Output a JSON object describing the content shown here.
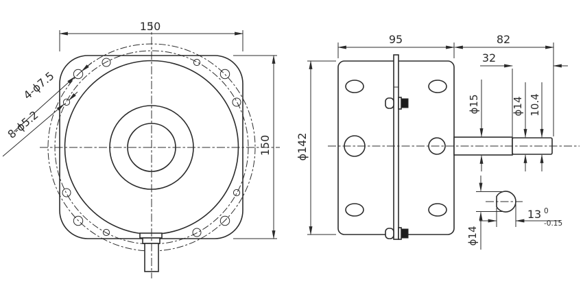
{
  "drawing": {
    "front_view": {
      "width_dim": "150",
      "height_dim": "150",
      "corner_holes_label": "4-ϕ7.5",
      "small_holes_label": "8-ϕ5.2"
    },
    "side_view": {
      "body_depth_dim": "95",
      "shaft_length_dim": "82",
      "shaft_end_length_dim": "32",
      "body_diameter_dim": "ϕ142",
      "shaft_base_diameter_dim": "ϕ15",
      "shaft_end_diameter_dim": "ϕ14",
      "shaft_flat_height_dim": "10.4"
    },
    "shaft_section": {
      "diameter_dim": "ϕ14",
      "flat_width_dim": "13",
      "flat_tol_upper": "0",
      "flat_tol_lower": "-0.15"
    },
    "colors": {
      "line": "#2b2b2b",
      "background": "#ffffff"
    }
  }
}
